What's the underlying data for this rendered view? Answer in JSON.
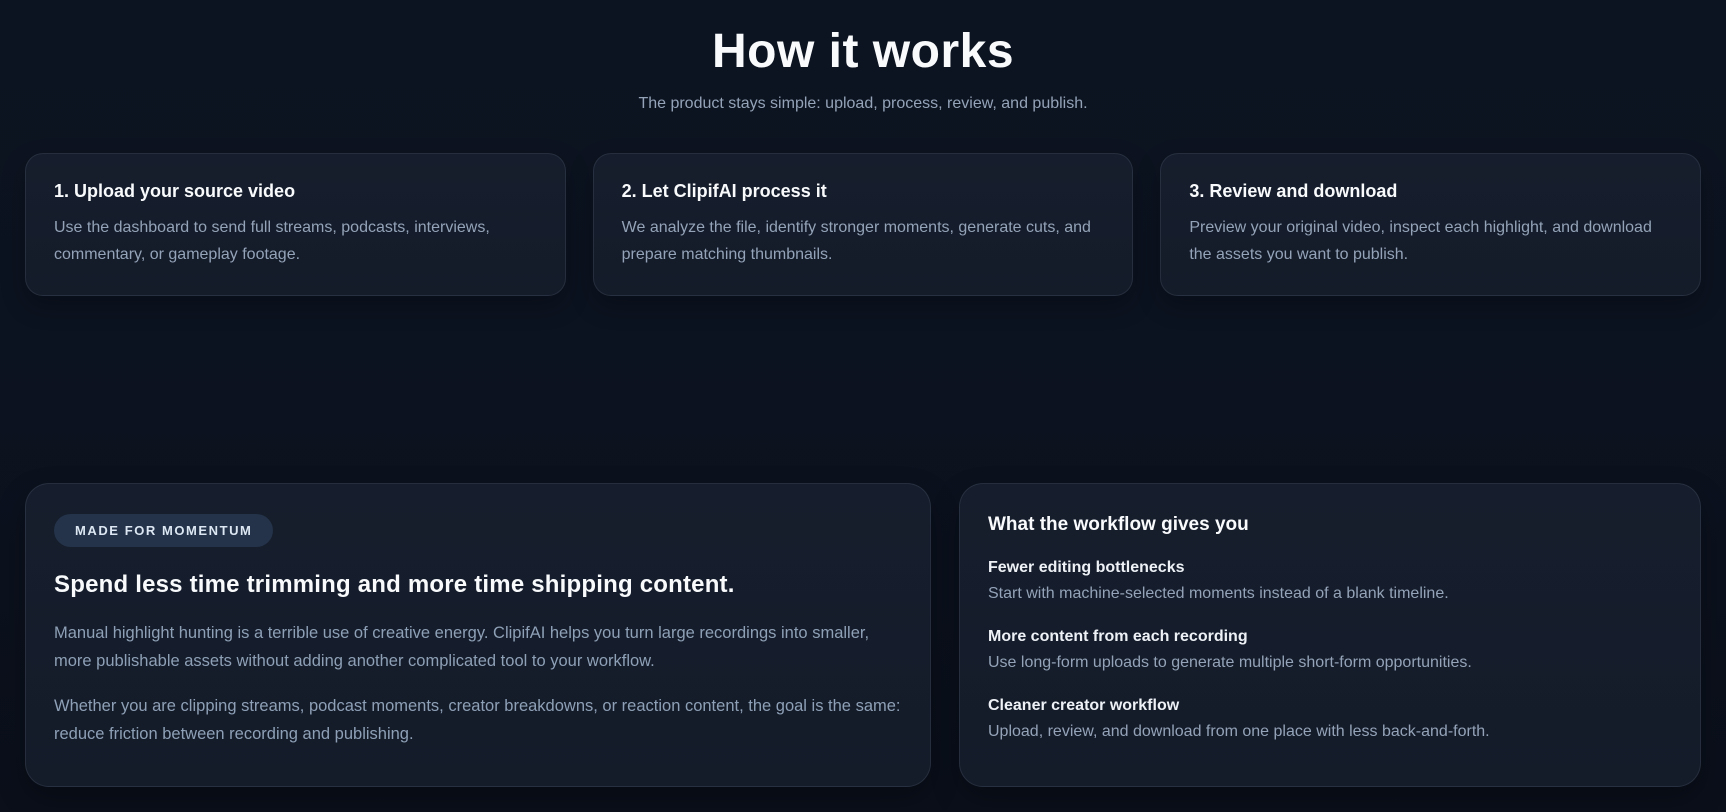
{
  "theme": {
    "page_bg": "#0b111c",
    "card_bg": "#151c2a",
    "card_border": "rgba(148,163,184,0.14)",
    "heading_color": "#f8fafc",
    "muted_color": "#94a3b8",
    "badge_bg": "#243349",
    "badge_text": "#dce7f3"
  },
  "header": {
    "title": "How it works",
    "subtitle": "The product stays simple: upload, process, review, and publish."
  },
  "steps": [
    {
      "title": "1. Upload your source video",
      "description": "Use the dashboard to send full streams, podcasts, interviews, commentary, or gameplay footage."
    },
    {
      "title": "2. Let ClipifAI process it",
      "description": "We analyze the file, identify stronger moments, generate cuts, and prepare matching thumbnails."
    },
    {
      "title": "3. Review and download",
      "description": "Preview your original video, inspect each highlight, and download the assets you want to publish."
    }
  ],
  "momentum_panel": {
    "badge": "MADE FOR MOMENTUM",
    "headline": "Spend less time trimming and more time shipping content.",
    "paragraphs": [
      "Manual highlight hunting is a terrible use of creative energy. ClipifAI helps you turn large recordings into smaller, more publishable assets without adding another complicated tool to your workflow.",
      "Whether you are clipping streams, podcast moments, creator breakdowns, or reaction content, the goal is the same: reduce friction between recording and publishing."
    ]
  },
  "workflow_panel": {
    "title": "What the workflow gives you",
    "items": [
      {
        "title": "Fewer editing bottlenecks",
        "description": "Start with machine-selected moments instead of a blank timeline."
      },
      {
        "title": "More content from each recording",
        "description": "Use long-form uploads to generate multiple short-form opportunities."
      },
      {
        "title": "Cleaner creator workflow",
        "description": "Upload, review, and download from one place with less back-and-forth."
      }
    ]
  }
}
